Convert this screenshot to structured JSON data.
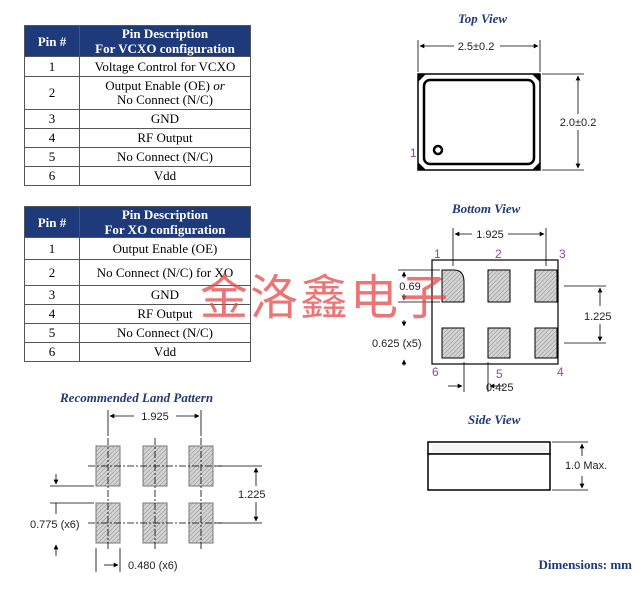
{
  "vcxo_table": {
    "header_pin": "Pin #",
    "header_desc_line1": "Pin Description",
    "header_desc_line2": "For VCXO configuration",
    "rows": [
      {
        "pin": "1",
        "desc": "Voltage Control for VCXO"
      },
      {
        "pin": "2",
        "desc": "Output Enable (OE)",
        "desc_em": "or",
        "desc_line2": "No Connect (N/C)"
      },
      {
        "pin": "3",
        "desc": "GND"
      },
      {
        "pin": "4",
        "desc": "RF Output"
      },
      {
        "pin": "5",
        "desc": "No Connect (N/C)"
      },
      {
        "pin": "6",
        "desc": "Vdd"
      }
    ]
  },
  "xo_table": {
    "header_pin": "Pin #",
    "header_desc_line1": "Pin Description",
    "header_desc_line2": "For XO configuration",
    "rows": [
      {
        "pin": "1",
        "desc": "Output Enable (OE)"
      },
      {
        "pin": "2",
        "desc": "No Connect (N/C) for XO"
      },
      {
        "pin": "3",
        "desc": "GND"
      },
      {
        "pin": "4",
        "desc": "RF Output"
      },
      {
        "pin": "5",
        "desc": "No Connect (N/C)"
      },
      {
        "pin": "6",
        "desc": "Vdd"
      }
    ]
  },
  "top_view": {
    "title": "Top View",
    "width_dim": "2.5±0.2",
    "height_dim": "2.0±0.2",
    "pin1_label": "1"
  },
  "bottom_view": {
    "title": "Bottom View",
    "pad_spacing": "1.925",
    "pad_height": "0.69",
    "pad_width": "0.625 (x5)",
    "row_spacing": "1.225",
    "pad_gap": "0.425",
    "pin_labels": [
      "1",
      "2",
      "3",
      "4",
      "5",
      "6"
    ]
  },
  "land_pattern": {
    "title": "Recommended Land Pattern",
    "pad_spacing": "1.925",
    "row_spacing": "1.225",
    "pad_height": "0.775 (x6)",
    "pad_width": "0.480 (x6)"
  },
  "side_view": {
    "title": "Side View",
    "height_dim": "1.0 Max."
  },
  "watermark": "金洛鑫电子",
  "dimensions_note": "Dimensions: mm",
  "colors": {
    "header_bg": "#1f3a7a",
    "title_blue": "#1f3a7a",
    "pin_label": "#a0409a",
    "watermark": "#e64646"
  }
}
